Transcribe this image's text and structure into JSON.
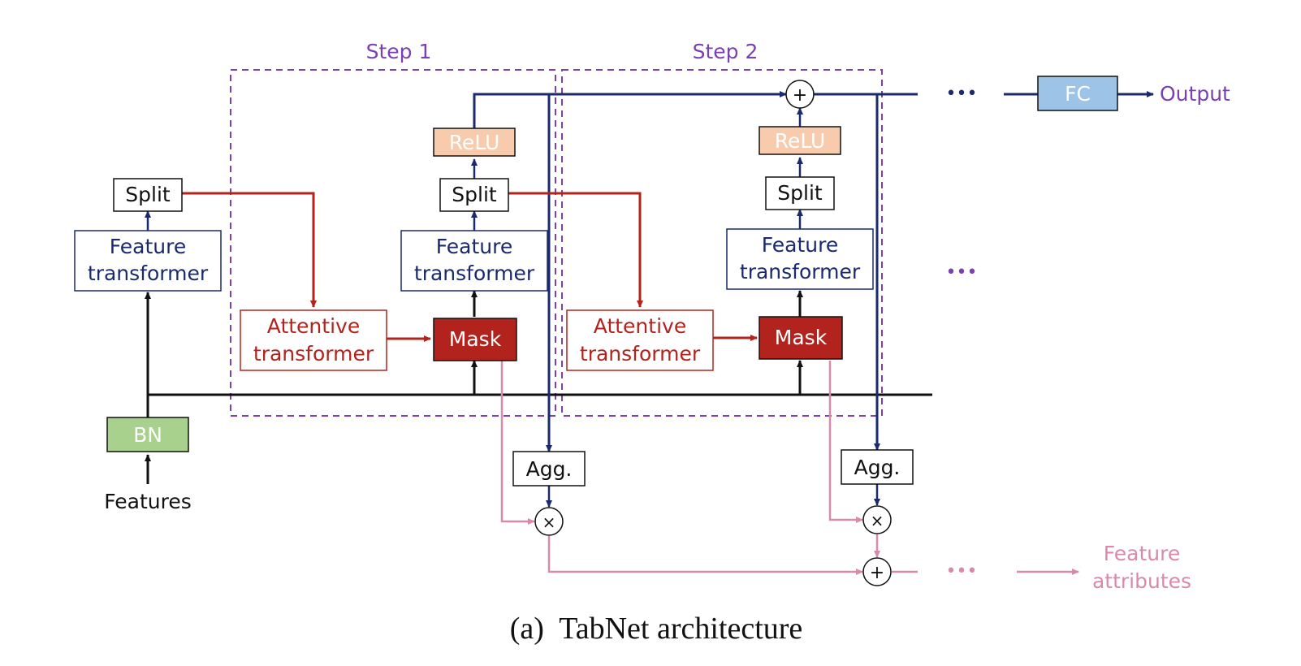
{
  "colors": {
    "navy": "#1a2a6c",
    "red": "#b3231d",
    "purple": "#7a3fb0",
    "pink": "#d98aaa",
    "black": "#111111",
    "bn_fill": "#a9d18e",
    "relu_fill": "#f8cbad",
    "fc_fill": "#9dc3e6",
    "mask_fill": "#b3231d"
  },
  "labels": {
    "step1": "Step 1",
    "step2": "Step 2",
    "split": "Split",
    "feature_transformer_line1": "Feature",
    "feature_transformer_line2": "transformer",
    "attentive_line1": "Attentive",
    "attentive_line2": "transformer",
    "mask": "Mask",
    "relu": "ReLU",
    "bn": "BN",
    "features": "Features",
    "agg": "Agg.",
    "fc": "FC",
    "output": "Output",
    "plus": "+",
    "times": "×",
    "ellipsis": "•••",
    "feature_attributes_line1": "Feature",
    "feature_attributes_line2": "attributes"
  },
  "caption": "(a)  TabNet architecture"
}
